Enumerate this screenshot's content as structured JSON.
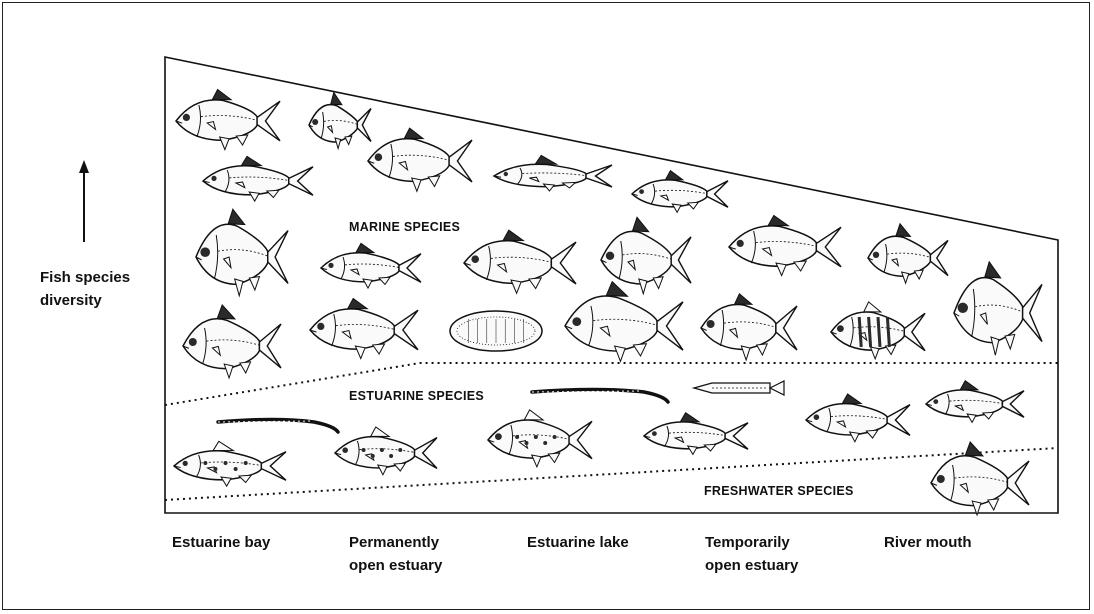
{
  "axis": {
    "label_line1": "Fish species",
    "label_line2": "diversity"
  },
  "zones": {
    "marine": "MARINE SPECIES",
    "estuarine": "ESTUARINE SPECIES",
    "freshwater": "FRESHWATER SPECIES"
  },
  "habitats": [
    {
      "line1": "Estuarine bay",
      "line2": ""
    },
    {
      "line1": "Permanently",
      "line2": "open estuary"
    },
    {
      "line1": "Estuarine lake",
      "line2": ""
    },
    {
      "line1": "Temporarily",
      "line2": "open estuary"
    },
    {
      "line1": "River mouth",
      "line2": ""
    }
  ],
  "colors": {
    "ink": "#111111",
    "fish_fill": "#fafafa",
    "fish_dark": "#2a2a2a"
  }
}
